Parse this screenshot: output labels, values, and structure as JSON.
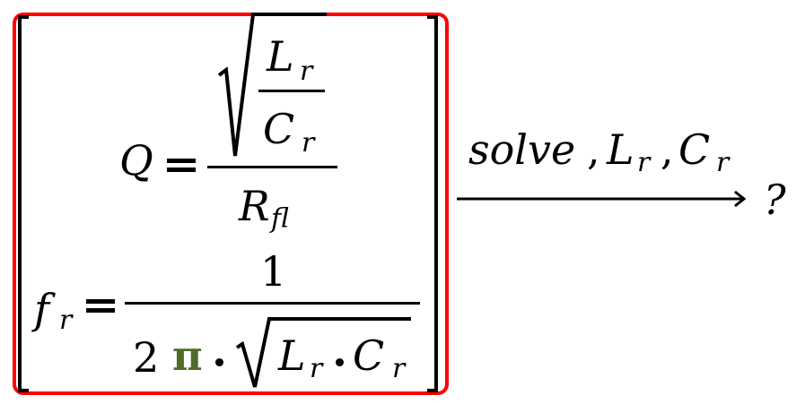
{
  "equation_block": {
    "eq1": {
      "lhs": "Q",
      "numerator_sqrt": {
        "top": "L",
        "top_sub": "r",
        "bottom": "C",
        "bottom_sub": "r"
      },
      "denominator": "R",
      "denominator_sub": "fl"
    },
    "eq2": {
      "lhs": "f",
      "lhs_sub": "r",
      "numerator": "1",
      "denominator_coef": "2",
      "denominator_const": "π",
      "sqrt_a": "L",
      "sqrt_a_sub": "r",
      "sqrt_b": "C",
      "sqrt_b_sub": "r"
    }
  },
  "solve_arrow": {
    "keyword": "solve",
    "sep1": ",",
    "var1": "L",
    "var1_sub": "r",
    "sep2": ",",
    "var2": "C",
    "var2_sub": "r",
    "result": "?"
  },
  "colors": {
    "frame": "#ff0000",
    "pi": "#4f6b28",
    "text": "#000000"
  }
}
